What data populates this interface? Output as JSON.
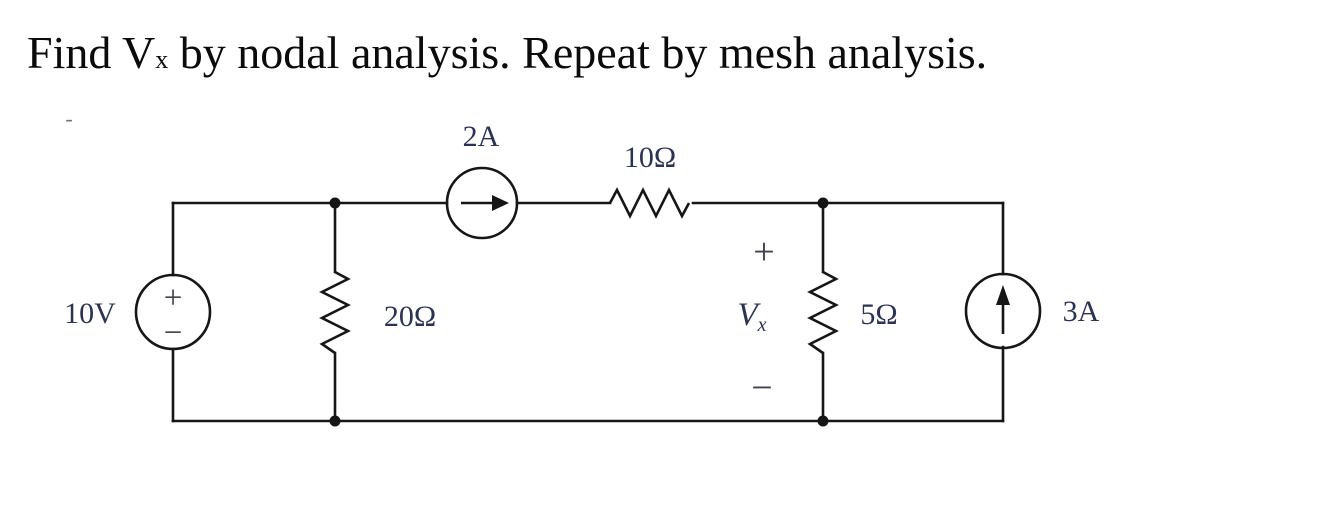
{
  "title": {
    "prefix": "Find V",
    "subscript": "x",
    "rest": " by nodal analysis. Repeat by mesh analysis."
  },
  "stray_mark": "-",
  "circuit": {
    "voltage_source": {
      "label": "10V",
      "polarity_plus": "+",
      "polarity_minus": "−"
    },
    "current_source_top": {
      "label": "2A",
      "direction": "right"
    },
    "current_source_right": {
      "label": "3A",
      "direction": "up"
    },
    "resistor_top": {
      "label": "10Ω"
    },
    "resistor_left": {
      "label": "20Ω"
    },
    "resistor_right": {
      "label": "5Ω"
    },
    "vx": {
      "plus": "+",
      "symbol": "V",
      "subscript": "x",
      "minus": "−"
    },
    "colors": {
      "wire": "#161616",
      "label": "#2b3352",
      "polarity": "#46414f",
      "title": "#0b0b0b"
    }
  }
}
